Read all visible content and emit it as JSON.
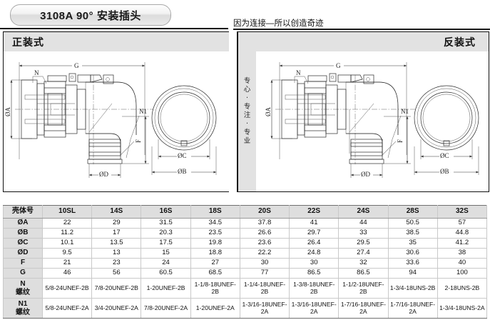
{
  "header": {
    "title": "3108A 90°  安装插头",
    "right_note": "因为连接—所以创造奇迹"
  },
  "panels": {
    "left": {
      "band_label": "正装式",
      "dimension_labels": [
        "G",
        "N",
        "N1",
        "ØA",
        "F",
        "ØD",
        "ØC",
        "ØB"
      ]
    },
    "right": {
      "band_label": "反装式",
      "slogan": [
        "专",
        "心",
        "·",
        "专",
        "注",
        "·",
        "专",
        "业"
      ],
      "dimension_labels": [
        "G",
        "N",
        "N1",
        "ØA",
        "F",
        "ØD",
        "ØC",
        "ØB"
      ]
    }
  },
  "table": {
    "corner_label": "壳体号",
    "columns": [
      "10SL",
      "14S",
      "16S",
      "18S",
      "20S",
      "22S",
      "24S",
      "28S",
      "32S"
    ],
    "rows": [
      {
        "label": "ØA",
        "label2": "",
        "thread": false,
        "values": [
          "22",
          "29",
          "31.5",
          "34.5",
          "37.8",
          "41",
          "44",
          "50.5",
          "57"
        ]
      },
      {
        "label": "ØB",
        "label2": "",
        "thread": false,
        "values": [
          "11.2",
          "17",
          "20.3",
          "23.5",
          "26.6",
          "29.7",
          "33",
          "38.5",
          "44.8"
        ]
      },
      {
        "label": "ØC",
        "label2": "",
        "thread": false,
        "values": [
          "10.1",
          "13.5",
          "17.5",
          "19.8",
          "23.6",
          "26.4",
          "29.5",
          "35",
          "41.2"
        ]
      },
      {
        "label": "ØD",
        "label2": "",
        "thread": false,
        "values": [
          "9.5",
          "13",
          "15",
          "18.8",
          "22.2",
          "24.8",
          "27.4",
          "30.6",
          "38"
        ]
      },
      {
        "label": "F",
        "label2": "",
        "thread": false,
        "values": [
          "21",
          "23",
          "24",
          "27",
          "30",
          "30",
          "32",
          "33.6",
          "40"
        ]
      },
      {
        "label": "G",
        "label2": "",
        "thread": false,
        "values": [
          "46",
          "56",
          "60.5",
          "68.5",
          "77",
          "86.5",
          "86.5",
          "94",
          "100"
        ]
      },
      {
        "label": "N",
        "label2": "螺纹",
        "thread": true,
        "values": [
          "5/8-24UNEF-2B",
          "7/8-20UNEF-2B",
          "1-20UNEF-2B",
          "1-1/8-18UNEF-2B",
          "1-1/4-18UNEF-2B",
          "1-3/8-18UNEF-2B",
          "1-1/2-18UNEF-2B",
          "1-3/4-18UNS-2B",
          "2-18UNS-2B"
        ]
      },
      {
        "label": "N1",
        "label2": "螺纹",
        "thread": true,
        "values": [
          "5/8-24UNEF-2A",
          "3/4-20UNEF-2A",
          "7/8-20UNEF-2A",
          "1-20UNEF-2A",
          "1-3/16-18UNEF-2A",
          "1-3/16-18UNEF-2A",
          "1-7/16-18UNEF-2A",
          "1-7/16-18UNEF-2A",
          "1-3/4-18UNS-2A"
        ]
      }
    ]
  },
  "colors": {
    "band": "#e2e2e2",
    "table_header": "#dedede",
    "rule": "#1a1a1a",
    "line": "#2a2a2a"
  }
}
